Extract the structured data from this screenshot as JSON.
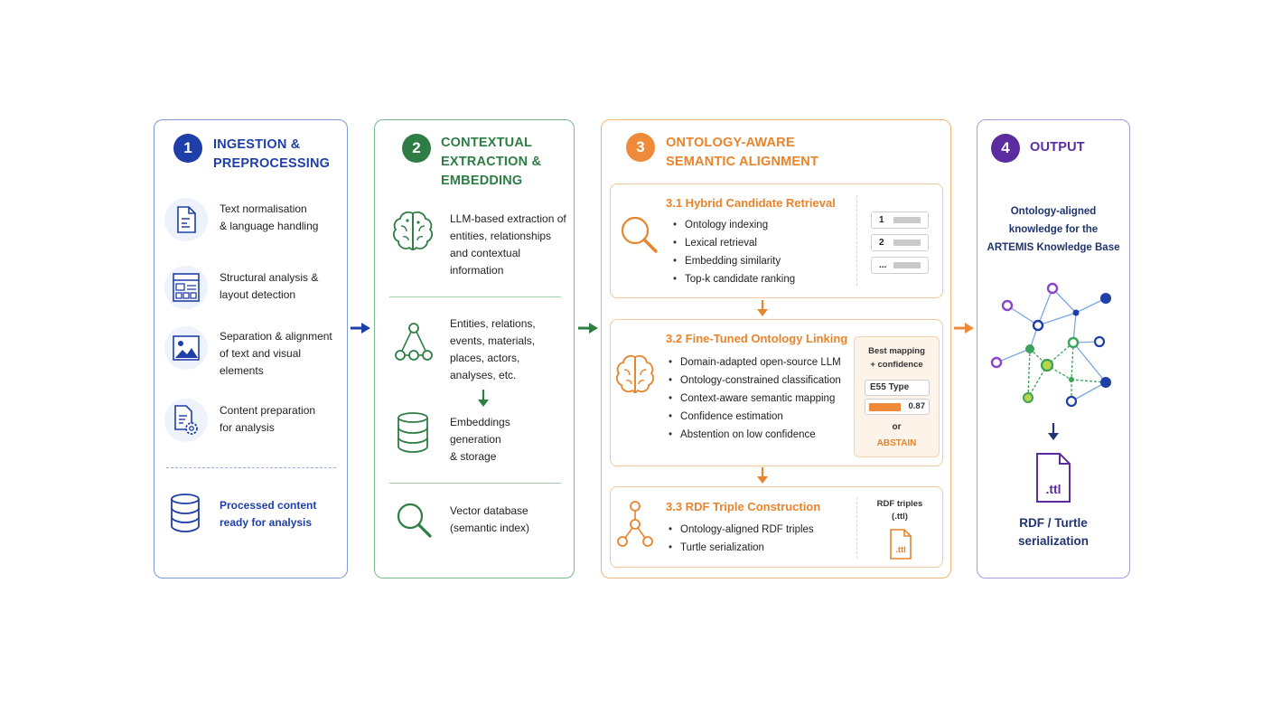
{
  "colors": {
    "blue": "#1f3fa8",
    "green": "#2e7d45",
    "orange": "#e8842c",
    "purple": "#5b2ca0"
  },
  "panel1": {
    "number": "1",
    "title_line1": "INGESTION &",
    "title_line2": "PREPROCESSING",
    "items": [
      {
        "icon": "document-icon",
        "line1": "Text normalisation",
        "line2": "& language handling",
        "line3": ""
      },
      {
        "icon": "layout-icon",
        "line1": "Structural analysis &",
        "line2": "layout detection",
        "line3": ""
      },
      {
        "icon": "image-icon",
        "line1": "Separation & alignment",
        "line2": "of text and visual",
        "line3": "elements"
      },
      {
        "icon": "document-gear-icon",
        "line1": "Content preparation",
        "line2": "for analysis",
        "line3": ""
      }
    ],
    "result_line1": "Processed content",
    "result_line2": "ready for analysis"
  },
  "panel2": {
    "number": "2",
    "title_line1": "CONTEXTUAL",
    "title_line2": "EXTRACTION &",
    "title_line3": "EMBEDDING",
    "llm": [
      "LLM-based extraction of",
      "entities, relationships",
      "and contextual",
      "information"
    ],
    "entities": [
      "Entities, relations,",
      "events, materials,",
      "places, actors,",
      "analyses, etc."
    ],
    "embeddings": [
      "Embeddings",
      "generation",
      "& storage"
    ],
    "vector": [
      "Vector database",
      "(semantic index)"
    ]
  },
  "panel3": {
    "number": "3",
    "title_line1": "ONTOLOGY-AWARE",
    "title_line2": "SEMANTIC ALIGNMENT",
    "s1": {
      "title": "3.1 Hybrid Candidate Retrieval",
      "bullets": [
        "Ontology indexing",
        "Lexical retrieval",
        "Embedding similarity",
        "Top-k candidate ranking"
      ],
      "ranks": [
        "1",
        "2",
        "..."
      ]
    },
    "s2": {
      "title": "3.2 Fine-Tuned Ontology Linking",
      "bullets": [
        "Domain-adapted open-source LLM",
        "Ontology-constrained classification",
        "Context-aware semantic mapping",
        "Confidence estimation",
        "Abstention on low confidence"
      ],
      "best_line1": "Best mapping",
      "best_line2": "+ confidence",
      "type_label": "E55 Type",
      "confidence": "0.87",
      "confidence_value": 0.87,
      "or": "or",
      "abstain": "ABSTAIN"
    },
    "s3": {
      "title": "3.3 RDF Triple Construction",
      "bullets": [
        "Ontology-aligned RDF triples",
        "Turtle serialization"
      ],
      "label_line1": "RDF triples",
      "label_line2": "(.ttl)",
      "file_ext": ".ttl"
    }
  },
  "panel4": {
    "number": "4",
    "title": "OUTPUT",
    "desc": [
      "Ontology-aligned",
      "knowledge for the",
      "ARTEMIS Knowledge Base"
    ],
    "file_ext": ".ttl",
    "result_line1": "RDF / Turtle",
    "result_line2": "serialization"
  }
}
